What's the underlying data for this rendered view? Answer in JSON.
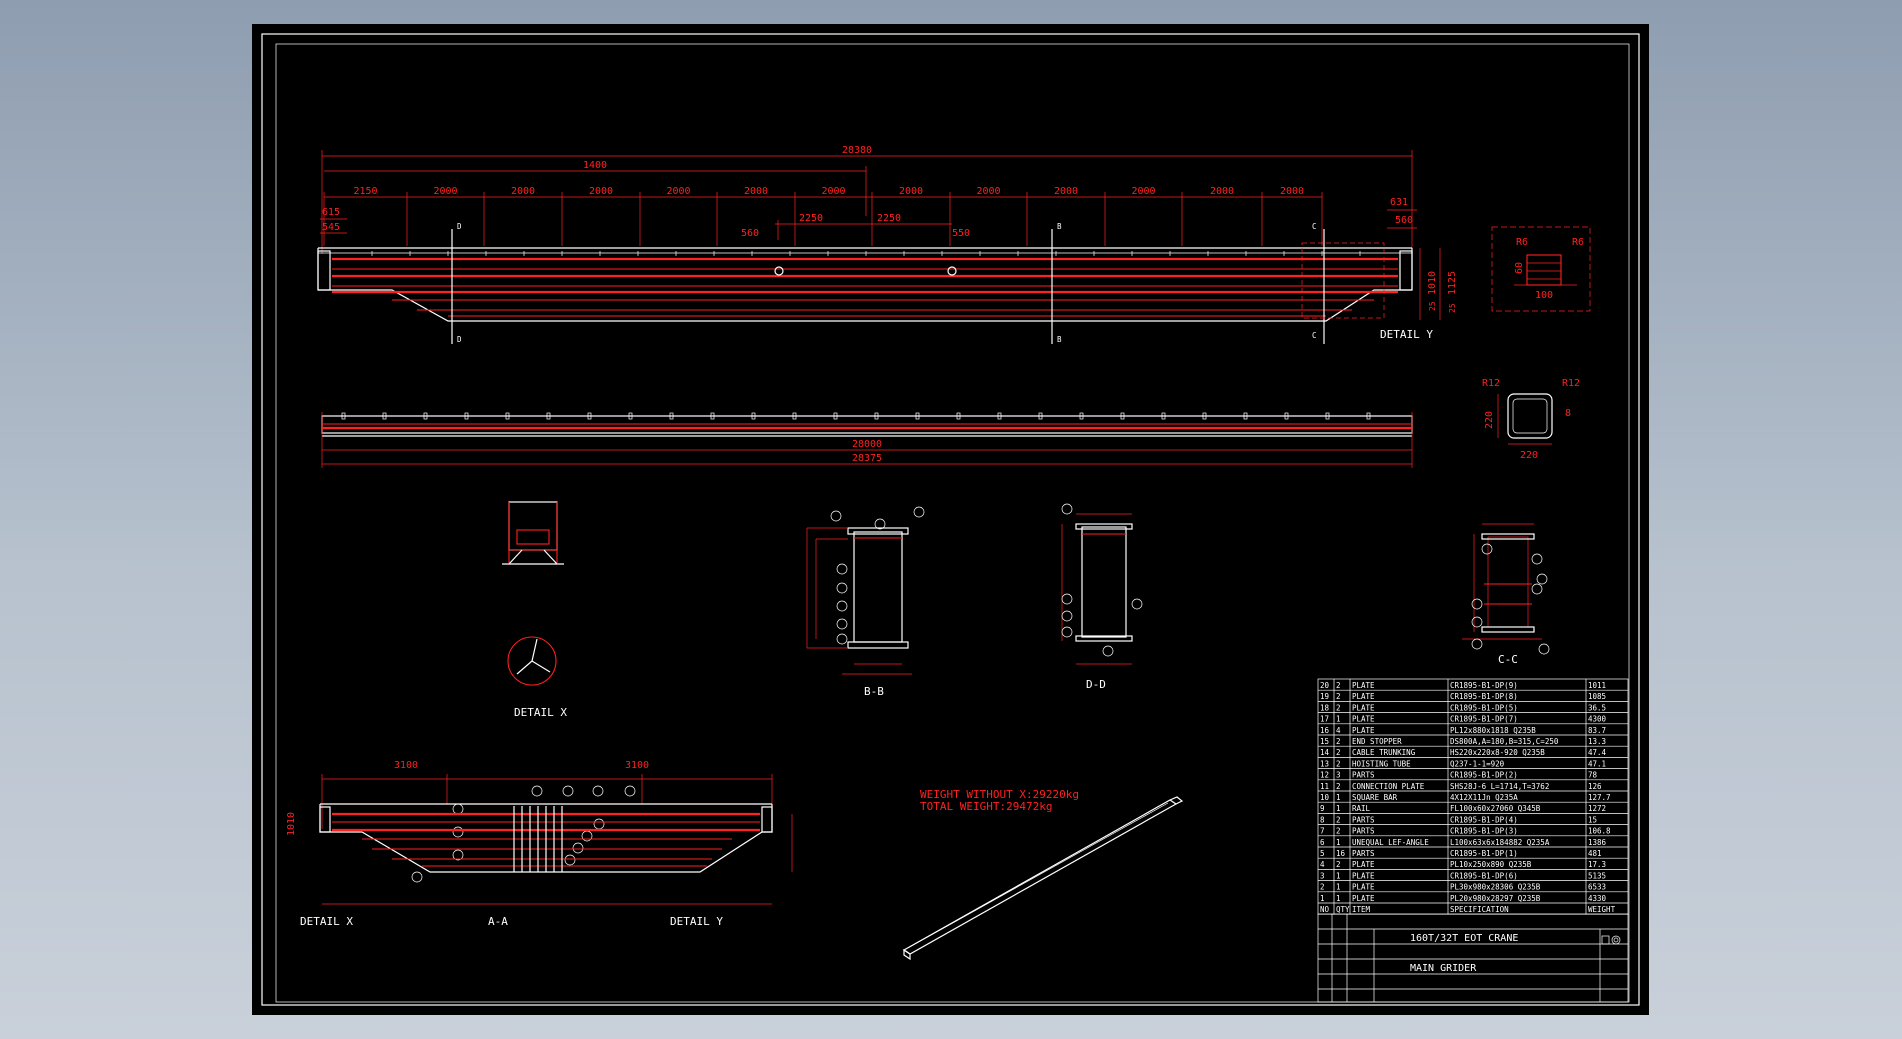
{
  "drawing": {
    "title": "160T/32T EOT CRANE",
    "part_name": "MAIN GRIDER",
    "weight_note_1": "WEIGHT WITHOUT X:29220kg",
    "weight_note_2": "TOTAL WEIGHT:29472kg"
  },
  "top_view": {
    "overall_dim": "28380",
    "half_dim": "1400",
    "segments": [
      "2150",
      "2000",
      "2000",
      "2000",
      "2000",
      "2000",
      "2000",
      "2000",
      "2000",
      "2000",
      "2000",
      "2000",
      "2000"
    ],
    "left_dims": [
      "615",
      "545"
    ],
    "right_dims": [
      "631",
      "560"
    ],
    "mid_dims": [
      "560",
      "2250",
      "2250",
      "550"
    ],
    "height_dims": [
      "1010",
      "1125",
      "25",
      "25"
    ]
  },
  "side_view": {
    "inner_dim": "28000",
    "overall_dim": "28375"
  },
  "views": {
    "detail_y_label": "DETAIL  Y",
    "detail_x_label": "DETAIL  X",
    "section_bb": "B-B",
    "section_dd": "D-D",
    "section_cc": "C-C",
    "section_aa": "A-A",
    "detail_x_bottom": "DETAIL  X",
    "detail_y_bottom": "DETAIL  Y",
    "detail_y_dims": [
      "R6",
      "R6",
      "100",
      "60"
    ],
    "tube_dims": [
      "R12",
      "R12",
      "220",
      "220",
      "8"
    ],
    "bottom_left_dims": [
      "3100",
      "3100",
      "1010"
    ]
  },
  "bom": {
    "header": [
      "NO",
      "QTY",
      "ITEM",
      "SPECIFICATION",
      "WEIGHT"
    ],
    "rows": [
      [
        "20",
        "2",
        "PLATE",
        "CR1895-B1-DP(9)",
        "1011"
      ],
      [
        "19",
        "2",
        "PLATE",
        "CR1895-B1-DP(8)",
        "1085"
      ],
      [
        "18",
        "2",
        "PLATE",
        "CR1895-B1-DP(5)",
        "36.5"
      ],
      [
        "17",
        "1",
        "PLATE",
        "CR1895-B1-DP(7)",
        "4300"
      ],
      [
        "16",
        "4",
        "PLATE",
        "PL12x880x1818 Q235B",
        "83.7"
      ],
      [
        "15",
        "2",
        "END STOPPER",
        "DS800A,A=180,B=315,C=250",
        "13.3"
      ],
      [
        "14",
        "2",
        "CABLE TRUNKING",
        "HS220x220x8-920 Q235B",
        "47.4"
      ],
      [
        "13",
        "2",
        "HOISTING TUBE",
        "Q237-1-1=920",
        "47.1"
      ],
      [
        "12",
        "3",
        "PARTS",
        "CR1895-B1-DP(2)",
        "78"
      ],
      [
        "11",
        "2",
        "CONNECTION PLATE",
        "SHS28J-6 L=1714,T=3762",
        "126"
      ],
      [
        "10",
        "1",
        "SQUARE BAR",
        "4X12X11Jn Q235A",
        "127.7"
      ],
      [
        "9",
        "1",
        "RAIL",
        "FL100x60x27060 Q345B",
        "1272"
      ],
      [
        "8",
        "2",
        "PARTS",
        "CR1895-B1-DP(4)",
        "15"
      ],
      [
        "7",
        "2",
        "PARTS",
        "CR1895-B1-DP(3)",
        "106.8"
      ],
      [
        "6",
        "1",
        "UNEQUAL LEF-ANGLE",
        "L100x63x6x184882 Q235A",
        "1386"
      ],
      [
        "5",
        "16",
        "PARTS",
        "CR1895-B1-DP(1)",
        "481"
      ],
      [
        "4",
        "2",
        "PLATE",
        "PL10x250x890 Q235B",
        "17.3"
      ],
      [
        "3",
        "1",
        "PLATE",
        "CR1895-B1-DP(6)",
        "5135"
      ],
      [
        "2",
        "1",
        "PLATE",
        "PL30x980x28306 Q235B",
        "6533"
      ],
      [
        "1",
        "1",
        "PLATE",
        "PL20x980x28297 Q235B",
        "4330"
      ]
    ]
  }
}
